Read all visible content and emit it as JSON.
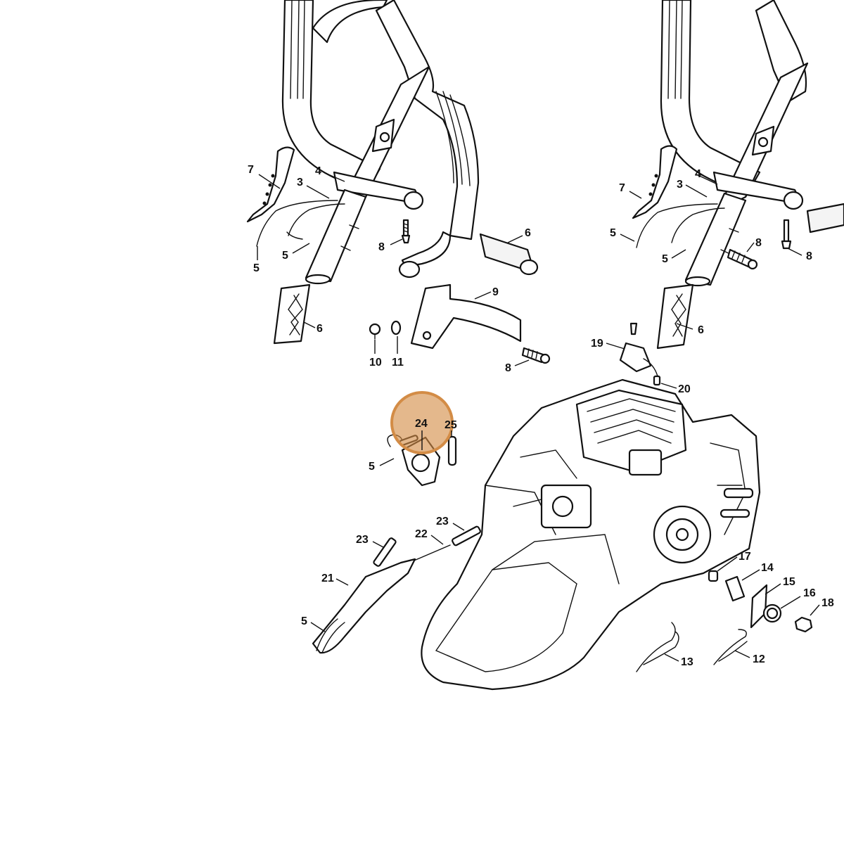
{
  "highlight": {
    "color": "#d38c46",
    "part": "24"
  },
  "labels": {
    "l7a": "7",
    "l4a": "4",
    "l3a": "3",
    "l8a": "8",
    "l5a": "5",
    "l5b": "5",
    "l6a": "6",
    "l6b": "6",
    "l9": "9",
    "l10": "10",
    "l11": "11",
    "l8b": "8",
    "l7b": "7",
    "l4b": "4",
    "l3b": "3",
    "l5c": "5",
    "l5d": "5",
    "l8c": "8",
    "l8d": "8",
    "l6c": "6",
    "l19": "19",
    "l20": "20",
    "l24": "24",
    "l25": "25",
    "l5e": "5",
    "l23a": "23",
    "l23b": "23",
    "l22": "22",
    "l21": "21",
    "l5f": "5",
    "l17": "17",
    "l14": "14",
    "l15": "15",
    "l16": "16",
    "l18": "18",
    "l13": "13",
    "l12": "12"
  }
}
